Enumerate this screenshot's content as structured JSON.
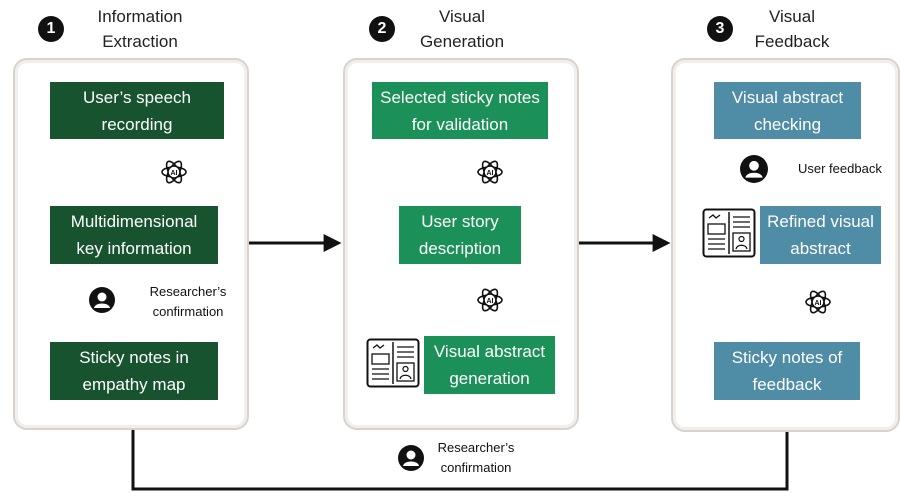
{
  "stages": [
    {
      "number": "1",
      "title": "Information\nExtraction"
    },
    {
      "number": "2",
      "title": "Visual\nGeneration"
    },
    {
      "number": "3",
      "title": "Visual\nFeedback"
    }
  ],
  "boxes": {
    "speech": "User’s  speech\nrecording",
    "key_info": "Multidimensional\nkey information",
    "sticky_empathy": "Sticky notes in\nempathy map",
    "selected_notes": "Selected sticky notes\nfor validation",
    "user_story": "User story\ndescription",
    "visual_abstract_gen": "Visual abstract\ngeneration",
    "visual_check": "Visual abstract\nchecking",
    "refined": "Refined visual\nabstract",
    "sticky_feedback": "Sticky notes of\nfeedback"
  },
  "notes": {
    "researcher_confirm_1": "Researcher’s\nconfirmation",
    "user_feedback": "User feedback",
    "researcher_confirm_2": "Researcher’s\nconfirmation"
  },
  "icons": {
    "ai": "ai-brain-icon",
    "person": "person-icon",
    "document": "visual-abstract-document-icon"
  },
  "colors": {
    "stage1_box": "#17532f",
    "stage2_box": "#1b9058",
    "stage3_box": "#4f8ca6",
    "arrow_gray": "#b9b9b9",
    "arrow_black": "#111111"
  }
}
